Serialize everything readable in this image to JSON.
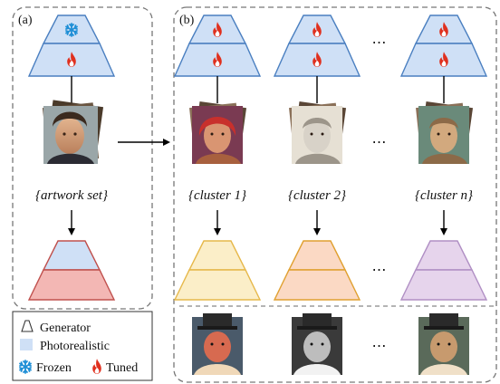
{
  "panel_a": {
    "label": "(a)",
    "caption": "{artwork set}"
  },
  "panel_b": {
    "label": "(b)",
    "clusters": [
      {
        "caption": "{cluster 1}",
        "output_color": "#fbeec8",
        "output_stroke": "#e6b84a"
      },
      {
        "caption": "{cluster 2}",
        "output_color": "#fbd9c4",
        "output_stroke": "#e0a030"
      },
      {
        "caption": "{cluster n}",
        "output_color": "#e6d4ec",
        "output_stroke": "#b08fc4"
      }
    ],
    "ellipsis": "⋯"
  },
  "legend": {
    "generator": "Generator",
    "photorealistic": "Photorealistic",
    "frozen": "Frozen",
    "tuned": "Tuned"
  },
  "colors": {
    "photoreal_fill": "#cfe0f6",
    "photoreal_stroke": "#4a7fc0",
    "artwork_bottom": "#f3b7b4",
    "artwork_stroke": "#c0504d",
    "frozen_icon": "#1f8fd6",
    "tuned_icon": "#e0301e"
  }
}
